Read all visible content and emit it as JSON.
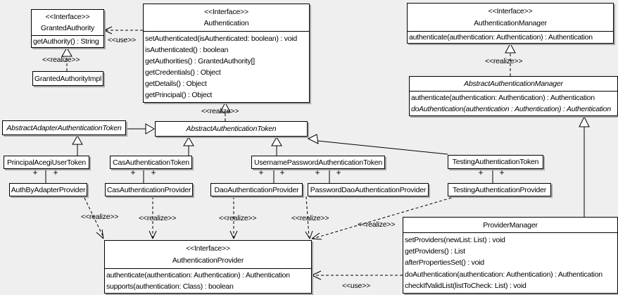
{
  "plus": "+",
  "colors": {
    "background": "#efefef",
    "box_fill": "#ffffff",
    "line": "#000000",
    "shadow": "#a6a6a6"
  },
  "labels": {
    "use_granted_authority": "<<use>>",
    "realize_granted_authority": "<<realize>>",
    "realize_authentication_token": "<<realize>>",
    "realize_authentication_manager": "<<realize>>",
    "realize_auth_by_adapter": "<<realize>>",
    "realize_cas": "<<realize>>",
    "realize_dao": "<<realize>>",
    "realize_password_dao": "<<realize>>",
    "realize_testing": "<<realize>>",
    "use_provider_manager": "<<use>>"
  },
  "classes": {
    "granted_authority": {
      "stereotype": "<<Interface>>",
      "name": "GrantedAuthority",
      "methods": [
        "getAuthority() : String"
      ]
    },
    "granted_authority_impl": {
      "name": "GrantedAuthorityImpl"
    },
    "authentication": {
      "stereotype": "<<Interface>>",
      "name": "Authentication",
      "methods": [
        "setAuthenticated(isAuthenticated: boolean) : void",
        "isAuthenticated() : boolean",
        "getAuthorities() : GrantedAuthority[]",
        "getCredentials() : Object",
        "getDetails() : Object",
        "getPrincipal() : Object"
      ]
    },
    "authentication_manager": {
      "stereotype": "<<Interface>>",
      "name": "AuthenticationManager",
      "methods": [
        "authenticate(authentication: Authentication) : Authentication"
      ]
    },
    "abstract_authentication_manager": {
      "name": "AbstractAuthenticationManager",
      "methods": [
        "authenticate(authentication: Authentication) : Authentication",
        "doAuthentication(authentication : Authentication) : Authentication"
      ]
    },
    "abstract_adapter_authentication_token": {
      "name": "AbstractAdapterAuthenticationToken"
    },
    "abstract_authentication_token": {
      "name": "AbstractAuthenticationToken"
    },
    "principal_acegi_user_token": {
      "name": "PrincipalAcegiUserToken"
    },
    "cas_authentication_token": {
      "name": "CasAuthenticationToken"
    },
    "username_password_authentication_token": {
      "name": "UsernamePasswordAuthenticationToken"
    },
    "testing_authentication_token": {
      "name": "TestingAuthenticationToken"
    },
    "auth_by_adapter_provider": {
      "name": "AuthByAdapterProvider"
    },
    "cas_authentication_provider": {
      "name": "CasAuthenticationProvider"
    },
    "dao_authentication_provider": {
      "name": "DaoAuthenticationProvider"
    },
    "password_dao_authentication_provider": {
      "name": "PasswordDaoAuthenticationProvider"
    },
    "testing_authentication_provider": {
      "name": "TestingAuthenticationProvider"
    },
    "authentication_provider": {
      "stereotype": "<<Interface>>",
      "name": "AuthenticationProvider",
      "methods": [
        "authenticate(authentication: Authentication) : Authentication",
        "supports(authentication: Class) : boolean"
      ]
    },
    "provider_manager": {
      "name": "ProviderManager",
      "methods": [
        "setProviders(newList: List) : void",
        "getProviders() : List",
        "afterPropertiesSet() : void",
        "doAuthentication(authentication: Authentication) : Authentication",
        "checkIfValidList(listToCheck: List) : void"
      ]
    }
  }
}
